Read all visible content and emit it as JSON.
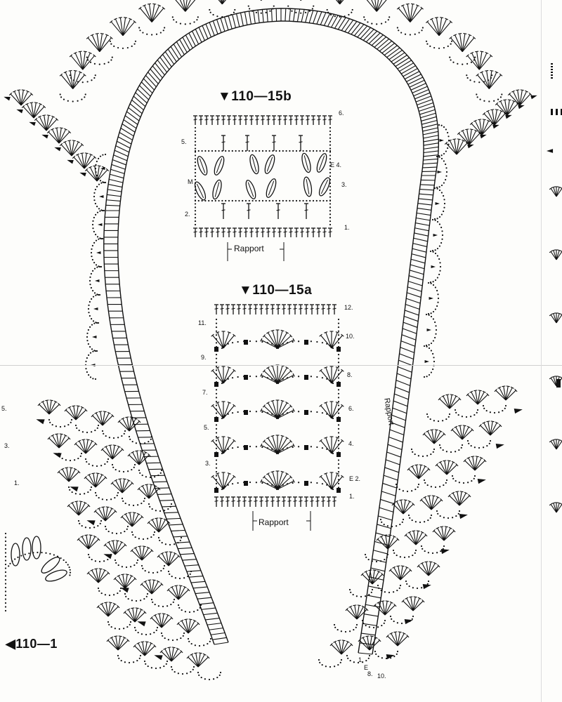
{
  "diagrams": {
    "b": {
      "title": "▼110—15b",
      "rows": [
        "6.",
        "5.",
        "E 4.",
        "M",
        "3.",
        "2.",
        "1."
      ],
      "rapport": "Rapport"
    },
    "a": {
      "title": "▼110—15a",
      "rows_right": [
        "12.",
        "10.",
        "8.",
        "6.",
        "4.",
        "E 2.",
        "1."
      ],
      "rows_left": [
        "11.",
        "9.",
        "7.",
        "5.",
        "3."
      ],
      "rapport": "Rapport"
    }
  },
  "side": {
    "rapport": "Rapport",
    "left_marks": [
      "5.",
      "3.",
      "1."
    ],
    "left_title": "◀110—1",
    "bottom_right": [
      "1.",
      "E",
      "8.",
      "10."
    ]
  }
}
